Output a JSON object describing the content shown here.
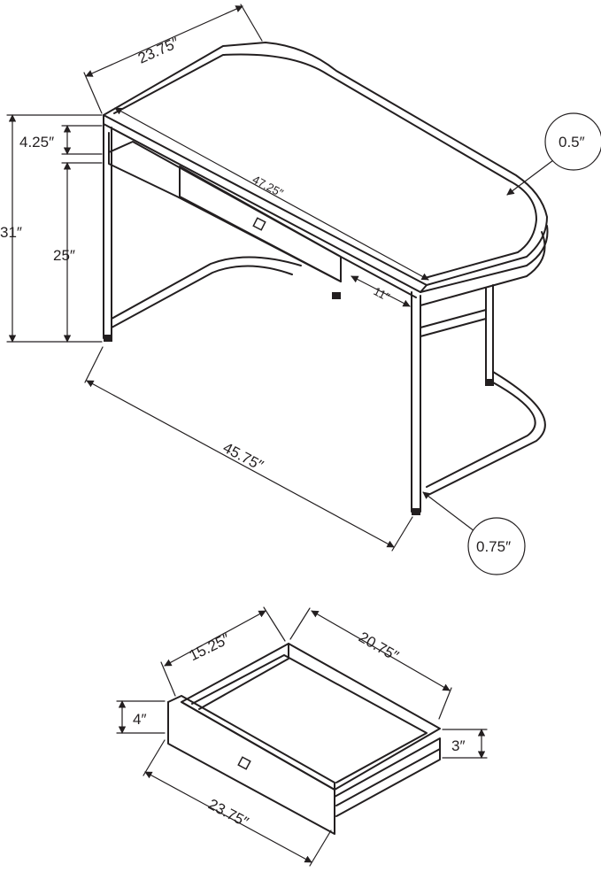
{
  "desk": {
    "depth": "23.75″",
    "top_thickness_callout": "0.5″",
    "shelf_height": "4.25″",
    "total_height": "31″",
    "clearance_height": "25″",
    "top_length": "47.25″",
    "shelf_depth": "11″",
    "base_length": "45.75″",
    "leg_size_callout": "0.75″"
  },
  "drawer": {
    "depth": "15.25″",
    "length": "20.75″",
    "front_height": "4″",
    "side_height": "3″",
    "front_width": "23.75″"
  }
}
